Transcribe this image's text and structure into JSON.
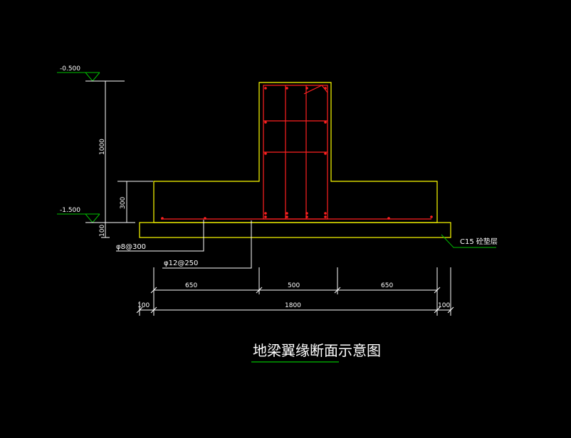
{
  "levels": {
    "top": "-0.500",
    "bottom": "-1.500"
  },
  "vertical_dims": {
    "total": "1000",
    "flange": "300",
    "cushion": "100"
  },
  "rebar_notes": {
    "stirrup": "φ8@300",
    "bottom_bar": "φ12@250"
  },
  "cushion_label": "C15  砼垫层",
  "horizontal_dims": {
    "row1": [
      "650",
      "500",
      "650"
    ],
    "row2": [
      "100",
      "1800",
      "100"
    ]
  },
  "title": "地梁翼缘断面示意图",
  "colors": {
    "background": "#000000",
    "concrete": "#ffff00",
    "rebar": "#ff2020",
    "leader": "#00c000",
    "dimension": "#ffffff"
  }
}
